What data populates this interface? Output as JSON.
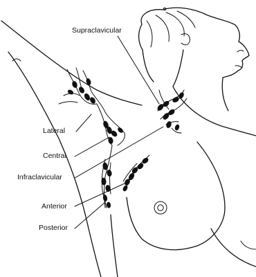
{
  "labels": {
    "supraclavicular": "Supraclavicular",
    "lateral": "Lateral",
    "central": "Central",
    "infraclavicular": "Infraclavicular",
    "anterior": "Anterior",
    "posterior": "Posterior"
  },
  "colors": {
    "ink": "#111111",
    "background": "#ffffff"
  }
}
